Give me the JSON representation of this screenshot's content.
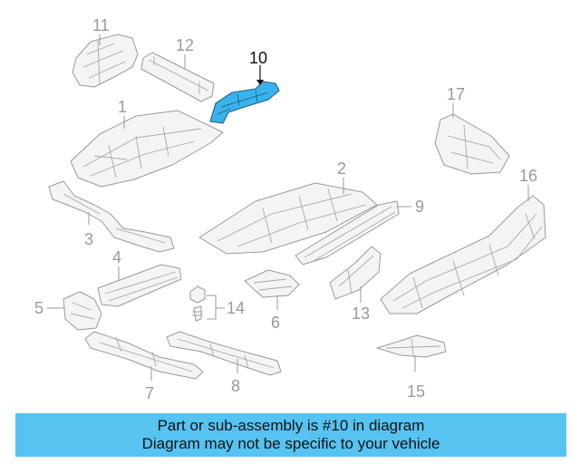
{
  "diagram": {
    "highlighted_part": "10",
    "callouts": [
      "11",
      "12",
      "10",
      "1",
      "17",
      "2",
      "9",
      "16",
      "3",
      "4",
      "5",
      "14",
      "6",
      "13",
      "7",
      "8",
      "15"
    ]
  },
  "colors": {
    "highlight": "#3ab3ec",
    "footer_background": "#56c3f1",
    "line": "#9a9a9a"
  },
  "footer": {
    "line1": "Part or sub-assembly is #10 in diagram",
    "line2": "Diagram may not be specific to your vehicle"
  }
}
